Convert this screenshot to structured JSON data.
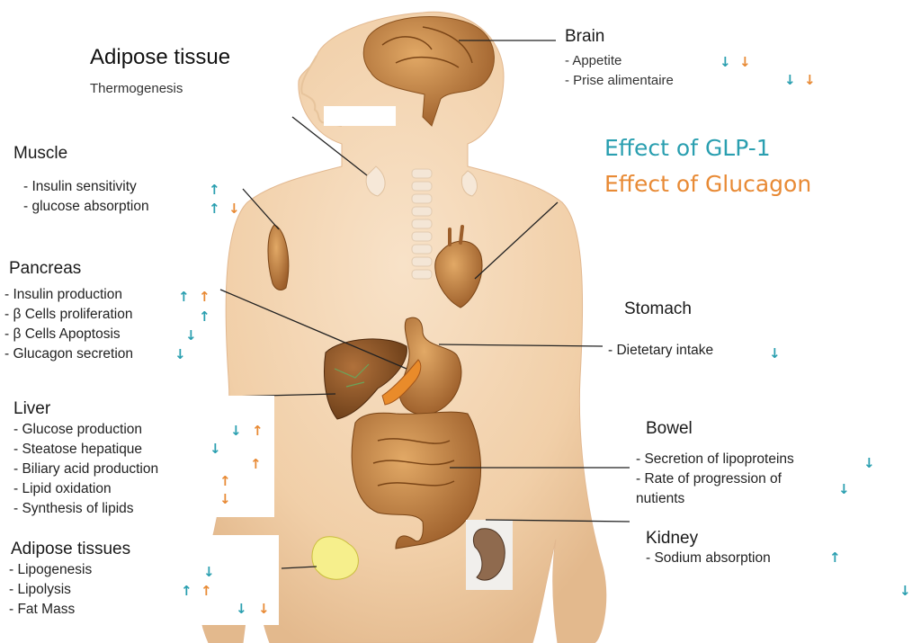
{
  "colors": {
    "glp1": "#2a9fb0",
    "glucagon": "#e88a35",
    "skin": "#f3d5b3",
    "organ": "#c98a4a"
  },
  "legend": {
    "glp1": "Effect of GLP-1",
    "glucagon": "Effect of Glucagon"
  },
  "adipose_top": {
    "title": "Adipose tissue",
    "item": "Thermogenesis"
  },
  "brain": {
    "title": "Brain",
    "items": [
      "- Appetite",
      "- Prise alimentaire"
    ]
  },
  "muscle": {
    "title": "Muscle",
    "items": [
      "- Insulin sensitivity",
      "- glucose absorption"
    ]
  },
  "pancreas": {
    "title": "Pancreas",
    "items": [
      "- Insulin  production",
      "- β Cells proliferation",
      "- β Cells Apoptosis",
      "- Glucagon secretion"
    ]
  },
  "stomach": {
    "title": "Stomach",
    "items": [
      "- Dietetary intake"
    ]
  },
  "liver": {
    "title": "Liver",
    "items": [
      "- Glucose production",
      "- Steatose hepatique",
      "- Biliary acid production",
      "- Lipid oxidation",
      "- Synthesis of lipids"
    ]
  },
  "bowel": {
    "title": "Bowel",
    "items": [
      "- Secretion of lipoproteins",
      "- Rate of progression of",
      "nutients"
    ]
  },
  "kidney": {
    "title": "Kidney",
    "items": [
      "- Sodium absorption"
    ]
  },
  "adipose_bottom": {
    "title": "Adipose tissues",
    "items": [
      "- Lipogenesis",
      "- Lipolysis",
      "- Fat Mass"
    ]
  },
  "arrows": {
    "up": "↑",
    "down": "↓"
  }
}
